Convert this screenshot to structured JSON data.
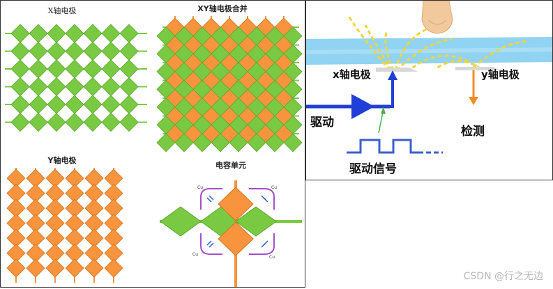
{
  "left_panel": {
    "x_electrode_title": "X轴电极",
    "xy_merged_title": "XY轴电极合并",
    "y_electrode_title": "Y轴电极",
    "cap_unit_title": "电容单元",
    "cap_label": "Cu"
  },
  "right_panel": {
    "x_axis_label": "x轴电极",
    "y_axis_label": "y轴电极",
    "drive_label": "驱动",
    "detect_label": "检测",
    "drive_signal_label": "驱动信号"
  },
  "watermark": "CSDN @行之无边",
  "colors": {
    "green_diamond": "#7ac943",
    "orange_diamond": "#f7943d",
    "glass_blue": "#7ecbf0",
    "drive_blue": "#1f3fd6",
    "detect_orange": "#f28c28",
    "field_yellow": "#f2d33a",
    "cap_purple": "#a64dcf"
  }
}
